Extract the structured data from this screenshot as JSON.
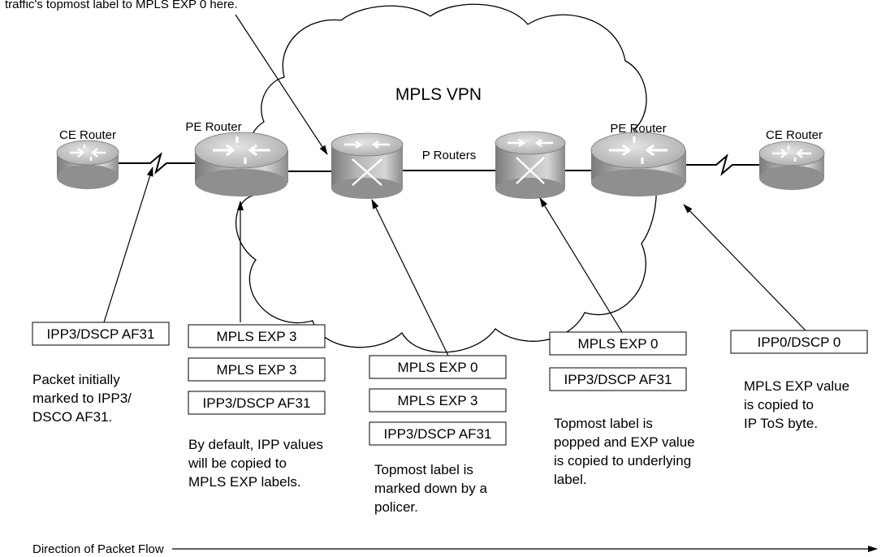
{
  "cloud_label": "MPLS VPN",
  "top_annotation": "traffic's topmost label to MPLS EXP 0 here.",
  "devices": {
    "ce_left": "CE Router",
    "pe_left": "PE Router",
    "p_routers": "P Routers",
    "pe_right": "PE Router",
    "ce_right": "CE Router"
  },
  "stacks": {
    "ce_ingress": [
      "IPP3/DSCP AF31"
    ],
    "pe_ingress": [
      "MPLS EXP 3",
      "MPLS EXP 3",
      "IPP3/DSCP AF31"
    ],
    "p_first": [
      "MPLS EXP 0",
      "MPLS EXP 3",
      "IPP3/DSCP AF31"
    ],
    "p_second": [
      "MPLS EXP 0",
      "IPP3/DSCP AF31"
    ],
    "pe_egress": [
      "IPP0/DSCP 0"
    ]
  },
  "notes": {
    "ce_ingress": [
      "Packet initially",
      "marked to IPP3/",
      "DSCO AF31."
    ],
    "pe_ingress": [
      "By default, IPP values",
      "will be copied to",
      "MPLS EXP labels."
    ],
    "p_first": [
      "Topmost label is",
      "marked down by a",
      "policer."
    ],
    "p_second": [
      "Topmost label is",
      "popped and EXP value",
      "is copied to underlying",
      "label."
    ],
    "pe_egress": [
      "MPLS EXP value",
      "is copied to",
      "IP ToS byte."
    ]
  },
  "flow_label": "Direction of Packet Flow",
  "icons": {
    "ce_router": "router-icon",
    "pe_router": "router-icon",
    "p_router": "atm-switch-icon",
    "wan_link": "serial-link-icon"
  },
  "colors": {
    "device_body": "#a6a6a6",
    "device_top": "#d0d0d0",
    "line": "#000000"
  }
}
